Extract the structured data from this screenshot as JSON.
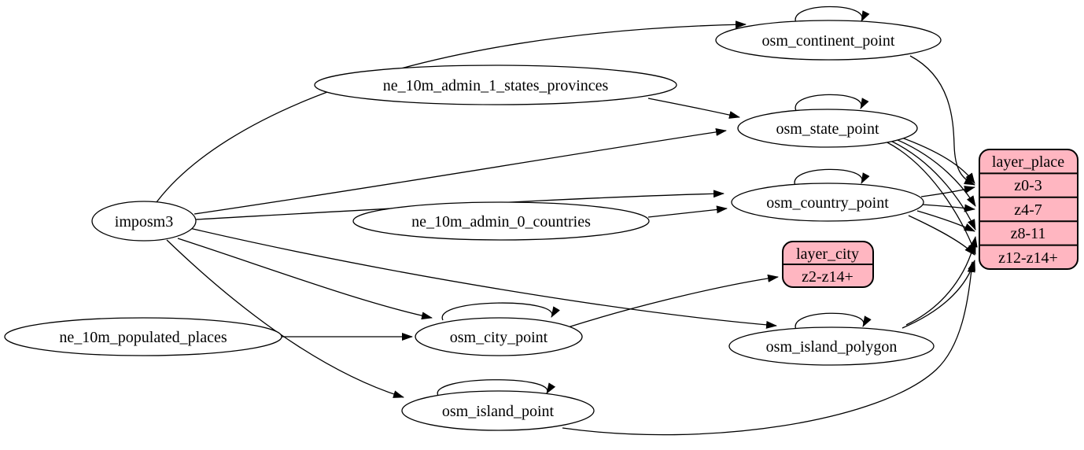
{
  "colors": {
    "background": "#ffffff",
    "record_fill": "#ffb6c1",
    "stroke": "#000000"
  },
  "nodes": {
    "imposm3": {
      "label": "imposm3"
    },
    "ne_10m_admin_1_states_provinces": {
      "label": "ne_10m_admin_1_states_provinces"
    },
    "ne_10m_admin_0_countries": {
      "label": "ne_10m_admin_0_countries"
    },
    "ne_10m_populated_places": {
      "label": "ne_10m_populated_places"
    },
    "osm_continent_point": {
      "label": "osm_continent_point"
    },
    "osm_state_point": {
      "label": "osm_state_point"
    },
    "osm_country_point": {
      "label": "osm_country_point"
    },
    "osm_city_point": {
      "label": "osm_city_point"
    },
    "osm_island_polygon": {
      "label": "osm_island_polygon"
    },
    "osm_island_point": {
      "label": "osm_island_point"
    }
  },
  "records": {
    "layer_place": {
      "title": "layer_place",
      "rows": [
        "z0-3",
        "z4-7",
        "z8-11",
        "z12-z14+"
      ]
    },
    "layer_city": {
      "title": "layer_city",
      "rows": [
        "z2-z14+"
      ]
    }
  },
  "edges": [
    {
      "from": "imposm3",
      "to": "osm_continent_point"
    },
    {
      "from": "imposm3",
      "to": "osm_state_point"
    },
    {
      "from": "imposm3",
      "to": "osm_country_point"
    },
    {
      "from": "imposm3",
      "to": "osm_city_point"
    },
    {
      "from": "imposm3",
      "to": "osm_island_polygon"
    },
    {
      "from": "imposm3",
      "to": "osm_island_point"
    },
    {
      "from": "ne_10m_admin_1_states_provinces",
      "to": "osm_state_point"
    },
    {
      "from": "ne_10m_admin_0_countries",
      "to": "osm_country_point"
    },
    {
      "from": "ne_10m_populated_places",
      "to": "osm_city_point"
    },
    {
      "from": "osm_continent_point",
      "to": "osm_continent_point"
    },
    {
      "from": "osm_state_point",
      "to": "osm_state_point"
    },
    {
      "from": "osm_country_point",
      "to": "osm_country_point"
    },
    {
      "from": "osm_city_point",
      "to": "osm_city_point"
    },
    {
      "from": "osm_island_polygon",
      "to": "osm_island_polygon"
    },
    {
      "from": "osm_island_point",
      "to": "osm_island_point"
    },
    {
      "from": "osm_continent_point",
      "to": "layer_place:z0-3"
    },
    {
      "from": "osm_state_point",
      "to": "layer_place:z0-3"
    },
    {
      "from": "osm_state_point",
      "to": "layer_place:z4-7"
    },
    {
      "from": "osm_state_point",
      "to": "layer_place:z8-11"
    },
    {
      "from": "osm_state_point",
      "to": "layer_place:z12-z14+"
    },
    {
      "from": "osm_country_point",
      "to": "layer_place:z0-3"
    },
    {
      "from": "osm_country_point",
      "to": "layer_place:z4-7"
    },
    {
      "from": "osm_country_point",
      "to": "layer_place:z8-11"
    },
    {
      "from": "osm_country_point",
      "to": "layer_place:z12-z14+"
    },
    {
      "from": "osm_island_polygon",
      "to": "layer_place:z8-11"
    },
    {
      "from": "osm_island_polygon",
      "to": "layer_place:z12-z14+"
    },
    {
      "from": "osm_island_point",
      "to": "layer_place:z12-z14+"
    },
    {
      "from": "osm_city_point",
      "to": "layer_city:z2-z14+"
    }
  ]
}
